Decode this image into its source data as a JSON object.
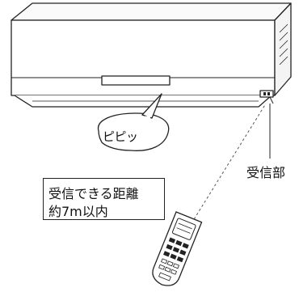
{
  "illustration": {
    "bubble_text": "ピピッ",
    "receiver_label": "受信部",
    "range_box": {
      "line1": "受信できる距離",
      "line2": "約7m以内"
    }
  }
}
